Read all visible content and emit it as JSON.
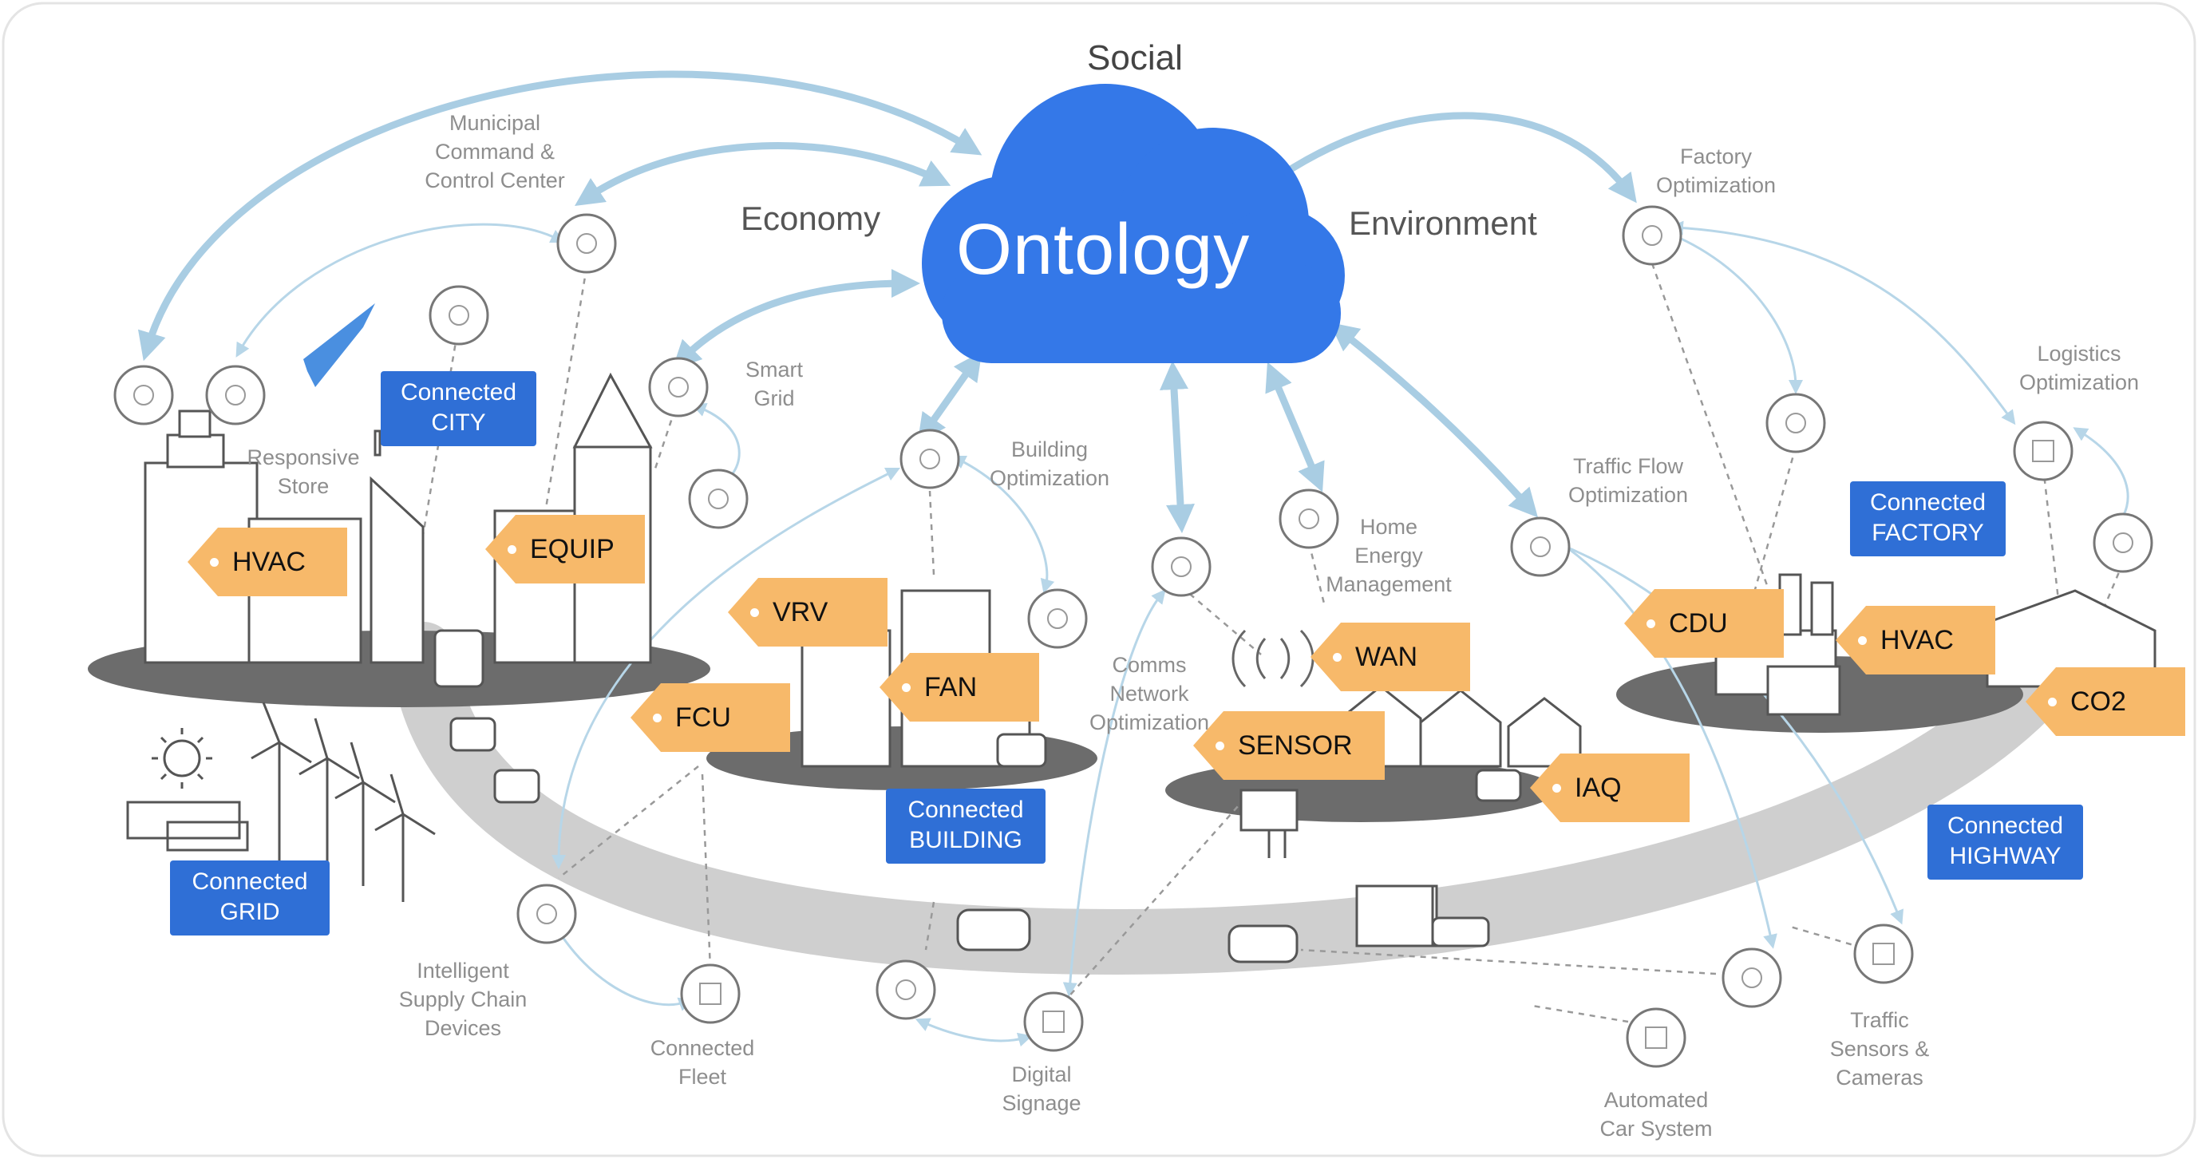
{
  "center": {
    "label": "Ontology"
  },
  "domains": {
    "social": "Social",
    "economy": "Economy",
    "environment": "Environment"
  },
  "callouts": {
    "municipal": "Municipal\nCommand &\nControl Center",
    "responsive_store": "Responsive\nStore",
    "smart_grid": "Smart\nGrid",
    "building_opt": "Building\nOptimization",
    "home_energy": "Home\nEnergy\nManagement",
    "comms": "Comms\nNetwork\nOptimization",
    "traffic_flow": "Traffic Flow\nOptimization",
    "factory_opt": "Factory\nOptimization",
    "logistics_opt": "Logistics\nOptimization",
    "supply_chain": "Intelligent\nSupply Chain\nDevices",
    "fleet": "Connected\nFleet",
    "signage": "Digital\nSignage",
    "car_system": "Automated\nCar System",
    "traffic_sensors": "Traffic\nSensors &\nCameras"
  },
  "connected": {
    "city": "Connected\nCITY",
    "grid": "Connected\nGRID",
    "building": "Connected\nBUILDING",
    "factory": "Connected\nFACTORY",
    "highway": "Connected\nHIGHWAY"
  },
  "tags": {
    "hvac_city": "HVAC",
    "equip": "EQUIP",
    "vrv": "VRV",
    "fcu": "FCU",
    "fan": "FAN",
    "wan": "WAN",
    "sensor": "SENSOR",
    "iaq": "IAQ",
    "cdu": "CDU",
    "hvac_factory": "HVAC",
    "co2": "CO2"
  },
  "colors": {
    "cloud": "#3478e8",
    "badge": "#2f6fd6",
    "tag": "#f7b96a",
    "arrow": "#a9cde3",
    "road": "#cfcfcf",
    "ground": "#6c6c6c"
  }
}
